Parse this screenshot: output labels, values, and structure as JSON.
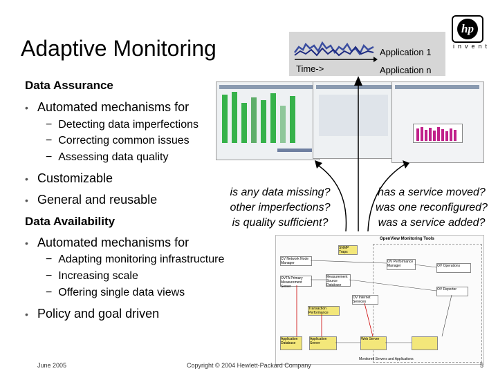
{
  "slide": {
    "title": "Adaptive Monitoring",
    "logo": {
      "mark": "hp",
      "word": "invent"
    },
    "banner": {
      "app1": "Application 1",
      "appn": "Application n",
      "time": "Time->"
    }
  },
  "sections": {
    "assurance": {
      "heading": "Data Assurance",
      "bullet1": "Automated mechanisms for",
      "sub": [
        "Detecting data imperfections",
        "Correcting common issues",
        "Assessing data quality"
      ],
      "bullet2": "Customizable",
      "bullet3": "General and reusable"
    },
    "availability": {
      "heading": "Data Availability",
      "bullet1": "Automated mechanisms for",
      "sub": [
        "Adapting monitoring infrastructure",
        "Increasing scale",
        "Offering single data views"
      ],
      "bullet2": "Policy and goal driven"
    }
  },
  "questions": {
    "left": [
      "is any data missing?",
      "other imperfections?",
      "is quality sufficient?"
    ],
    "right": [
      "has a service moved?",
      "was one reconfigured?",
      "was a service added?"
    ]
  },
  "diagram": {
    "title": "OpenView Monitoring Tools",
    "boxes": {
      "snmp_traps": "SNMP Traps",
      "cv_network": "CV Network Node Manager",
      "ov_performance": "OV Performance Manager",
      "ov_operations": "OV Operations",
      "ovta_primary": "OVTA Primary Measurement Server",
      "measurement_source": "Measurement Source Database",
      "ov_reporter": "OV Reporter",
      "ov_internet": "OV Internet Services",
      "transaction_perf": "Transaction Performance",
      "app_database": "Application Database",
      "app_server": "Application Server",
      "web_server": "Web Server"
    },
    "caption": "Monitored Servers and Applications"
  },
  "footer": {
    "date": "June 2005",
    "copyright": "Copyright © 2004 Hewlett-Packard Company",
    "page": "5"
  },
  "colors": {
    "banner": "#d6d6d6",
    "arrow": "#000000",
    "green": "#36b24a",
    "magenta": "#c0208a"
  }
}
